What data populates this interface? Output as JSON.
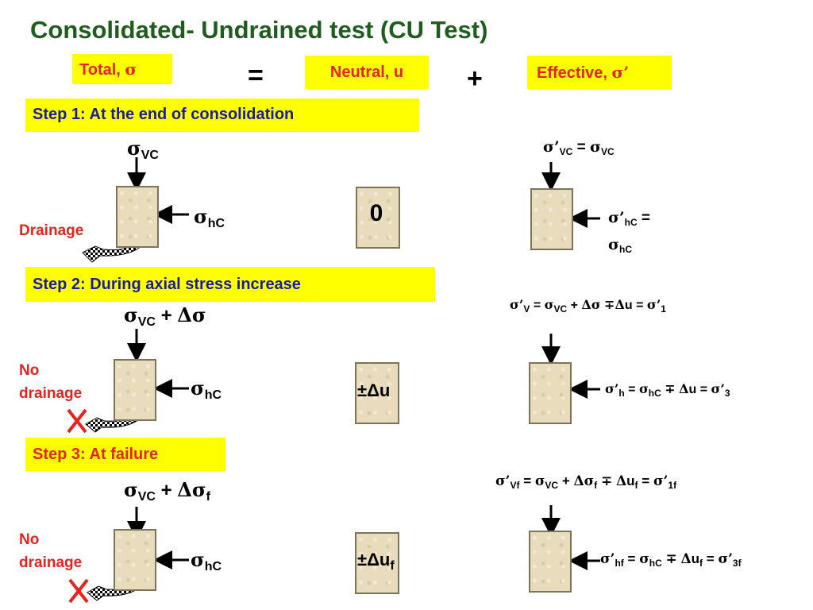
{
  "title": "Consolidated- Undrained test (CU Test)",
  "header": {
    "total": "Total, ",
    "neutral": "Neutral, u",
    "effective": "Effective, ",
    "equals": "=",
    "plus": "+",
    "sigma": "σ",
    "sigma_prime": "σ’"
  },
  "steps": {
    "step1": "Step 1: At the end of consolidation",
    "step2": "Step 2: During axial stress increase",
    "step3": "Step 3: At failure"
  },
  "labels": {
    "drainage": "Drainage",
    "no": "No",
    "drainage_lower": "drainage",
    "zero": "0",
    "pm_du": "±Δu",
    "pm_duf_main": "±Δu",
    "pm_duf_sub": "f"
  },
  "symbols": {
    "sigma": "σ",
    "sigma_prime": "σ’",
    "delta_sigma": "Δσ",
    "delta": "Δ",
    "mp": "∓",
    "sub_vc": "VC",
    "sub_hc": "hC",
    "sub_v": "V",
    "sub_h": "h",
    "sub_vf": "Vf",
    "sub_hf": "hf",
    "sub_f": "f",
    "sub_1": "1",
    "sub_3": "3",
    "sub_1f": "1f",
    "sub_3f": "3f",
    "u": "u",
    "plus": "+",
    "equals": "="
  }
}
